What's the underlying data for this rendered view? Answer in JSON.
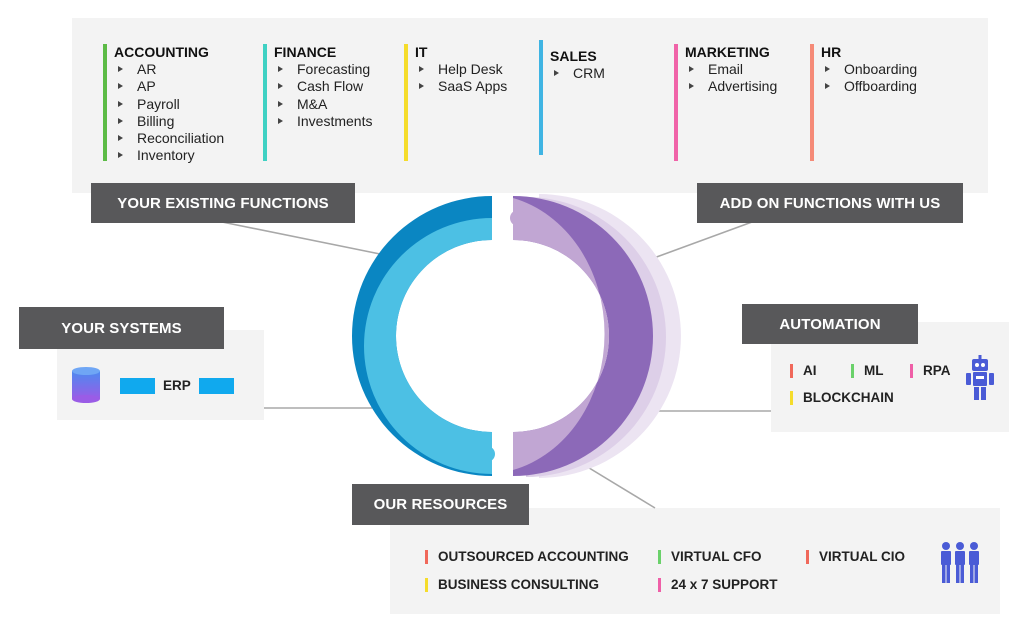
{
  "top_functions": {
    "label_existing": "YOUR EXISTING FUNCTIONS",
    "label_addon": "ADD ON FUNCTIONS WITH US",
    "columns": [
      {
        "head": "ACCOUNTING",
        "color": "#5cbb46",
        "items": [
          "AR",
          "AP",
          "Payroll",
          "Billing",
          "Reconciliation",
          "Inventory"
        ]
      },
      {
        "head": "FINANCE",
        "color": "#3fd1c3",
        "items": [
          "Forecasting",
          "Cash Flow",
          "M&A",
          "Investments"
        ]
      },
      {
        "head": "IT",
        "color": "#f5dc2b",
        "items": [
          "Help Desk",
          "SaaS Apps"
        ]
      },
      {
        "head": "SALES",
        "color": "#3fb4e3",
        "items": [
          "CRM"
        ]
      },
      {
        "head": "MARKETING",
        "color": "#f063a8",
        "items": [
          "Email",
          "Advertising"
        ]
      },
      {
        "head": "HR",
        "color": "#f58a77",
        "items": [
          "Onboarding",
          "Offboarding"
        ]
      }
    ]
  },
  "systems": {
    "label": "YOUR SYSTEMS",
    "erp": "ERP",
    "icons": [
      "database-icon"
    ]
  },
  "automation": {
    "label": "AUTOMATION",
    "tags": [
      {
        "text": "AI",
        "color": "#f0685a"
      },
      {
        "text": "ML",
        "color": "#6ad16a"
      },
      {
        "text": "RPA",
        "color": "#ef5fa7"
      },
      {
        "text": "BLOCKCHAIN",
        "color": "#f5dc2b"
      }
    ],
    "icon": "robot-icon"
  },
  "resources": {
    "label": "OUR RESOURCES",
    "tags": [
      {
        "text": "OUTSOURCED ACCOUNTING",
        "color": "#f0685a"
      },
      {
        "text": "VIRTUAL CFO",
        "color": "#6ad16a"
      },
      {
        "text": "VIRTUAL CIO",
        "color": "#f0685a"
      },
      {
        "text": "BUSINESS CONSULTING",
        "color": "#f5dc2b"
      },
      {
        "text": "24 x 7 SUPPORT",
        "color": "#ef5fa7"
      }
    ],
    "icon": "team-icon"
  },
  "colors": {
    "panel": "#f3f3f3",
    "label_bg": "#58585a",
    "ring_blue_dark": "#0a86c2",
    "ring_blue_light": "#4cc0e4",
    "ring_purple_dark": "#8766b5",
    "ring_purple_light": "#c1a6d3",
    "connector": "#a8a8a8",
    "erp_block": "#10a9ee"
  }
}
